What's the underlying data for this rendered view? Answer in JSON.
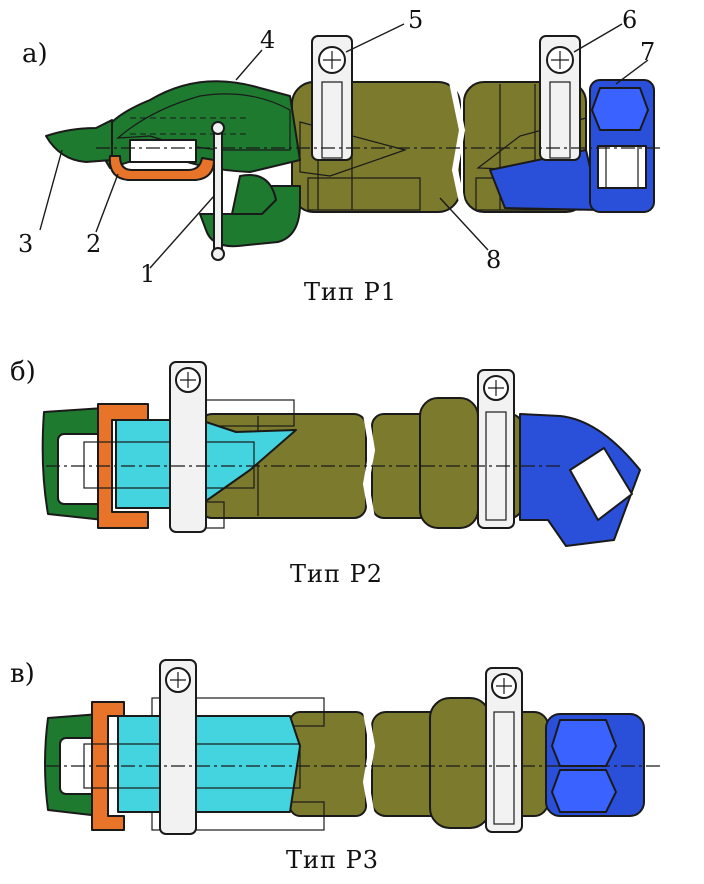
{
  "panels": [
    {
      "letter": "а)",
      "caption": "Тип Р1"
    },
    {
      "letter": "б)",
      "caption": "Тип Р2"
    },
    {
      "letter": "в)",
      "caption": "Тип Р3"
    }
  ],
  "callouts": [
    "1",
    "2",
    "3",
    "4",
    "5",
    "6",
    "7",
    "8"
  ],
  "colors": {
    "hose": "#7c7a2c",
    "head_green": "#1e7a2f",
    "seal_orange": "#e8742a",
    "nut_blue": "#2a4fd8",
    "nipple_cyan": "#44d4e0",
    "clamp_white": "#f2f2f2",
    "outline": "#1a1a1a"
  }
}
